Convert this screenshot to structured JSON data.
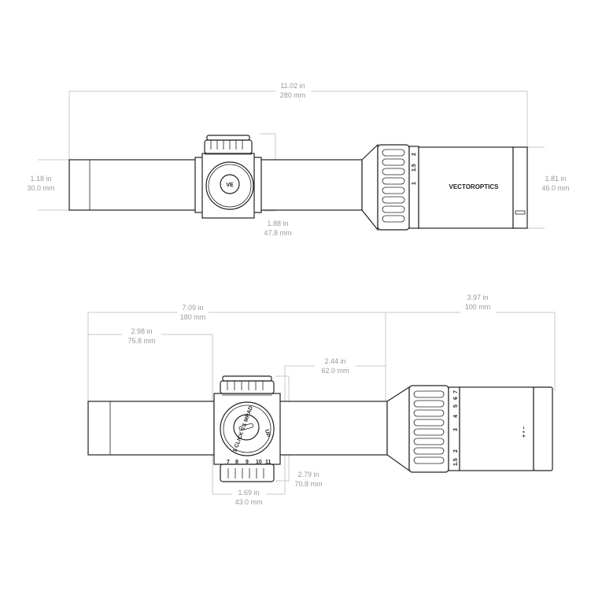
{
  "top_view": {
    "overall_length": {
      "in": "11.02 in",
      "mm": "280 mm"
    },
    "tube_diameter": {
      "in": "1.18  in",
      "mm": "30.0 mm"
    },
    "objective_diameter": {
      "in": "1.81 in",
      "mm": "46.0 mm"
    },
    "turret_width": {
      "in": "1.88 in",
      "mm": "47.8 mm"
    },
    "brand": "VECTOROPTICS",
    "logo": "VE",
    "magnification_marks": [
      "1",
      "1.5",
      "2"
    ]
  },
  "side_view": {
    "front_length": {
      "in": "7.09 in",
      "mm": "180 mm"
    },
    "rear_length": {
      "in": "3.97 in",
      "mm": "100 mm"
    },
    "front_to_turret": {
      "in": "2.98 in",
      "mm": "75.8 mm"
    },
    "turret_to_eyepiece": {
      "in": "2.44 in",
      "mm": "62.0 mm"
    },
    "turret_height": {
      "in": "2.79 in",
      "mm": "70.8 mm"
    },
    "turret_base": {
      "in": "1.69 in",
      "mm": "43.0 mm"
    },
    "turret_cap_text": "1 CLICK 0.1 MRAD",
    "turret_up_text": "UP",
    "illumination_marks": [
      "7",
      "8",
      "9",
      "10",
      "11"
    ],
    "magnification_marks": [
      "1.5",
      "2",
      "3",
      "4",
      "5",
      "6",
      "7"
    ],
    "diopter_marks": "+ • −"
  }
}
